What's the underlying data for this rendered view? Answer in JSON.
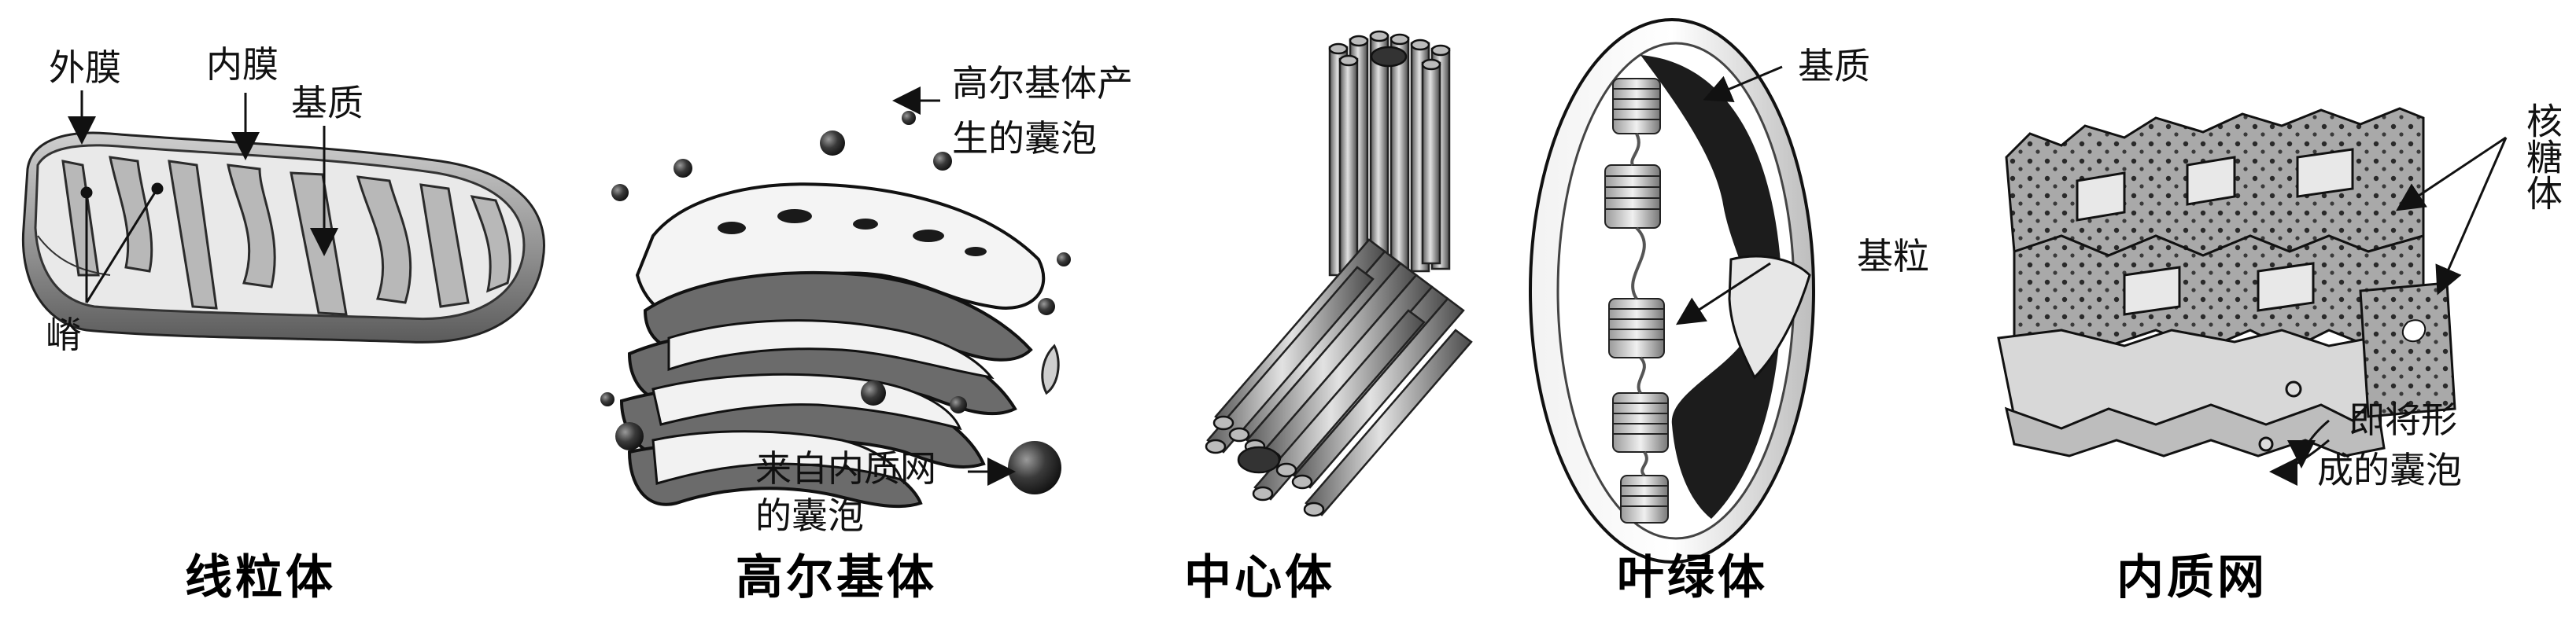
{
  "organelles": [
    {
      "name": "线粒体",
      "labels": {
        "outer": "外膜",
        "inner": "内膜",
        "matrix": "基质",
        "crista": "嵴"
      }
    },
    {
      "name": "高尔基体",
      "labels": {
        "vesicle_golgi": "高尔基体产生的囊泡",
        "vesicle_er": "来自内质网的囊泡"
      }
    },
    {
      "name": "中心体",
      "labels": {}
    },
    {
      "name": "叶绿体",
      "labels": {
        "stroma": "基质",
        "granum": "基粒"
      }
    },
    {
      "name": "内质网",
      "labels": {
        "ribosome": "核糖体",
        "vesicle": "即将形成的囊泡"
      }
    }
  ],
  "text": {
    "mito_outer": "外膜",
    "mito_inner": "内膜",
    "mito_matrix": "基质",
    "mito_crista": "嵴",
    "golgi_vesicle_1a": "高尔基体产",
    "golgi_vesicle_1b": "生的囊泡",
    "golgi_vesicle_2a": "来自内质网",
    "golgi_vesicle_2b": "的囊泡",
    "chloro_stroma": "基质",
    "chloro_granum": "基粒",
    "er_ribosome": "核糖体",
    "er_vesicle_a": "即将形",
    "er_vesicle_b": "成的囊泡"
  },
  "captions": [
    "线粒体",
    "高尔基体",
    "中心体",
    "叶绿体",
    "内质网"
  ],
  "colors": {
    "ink": "#111111",
    "membrane": "#8a8a8a",
    "dark": "#3c3c3c",
    "light": "#d4d4d4",
    "background": "#ffffff"
  }
}
